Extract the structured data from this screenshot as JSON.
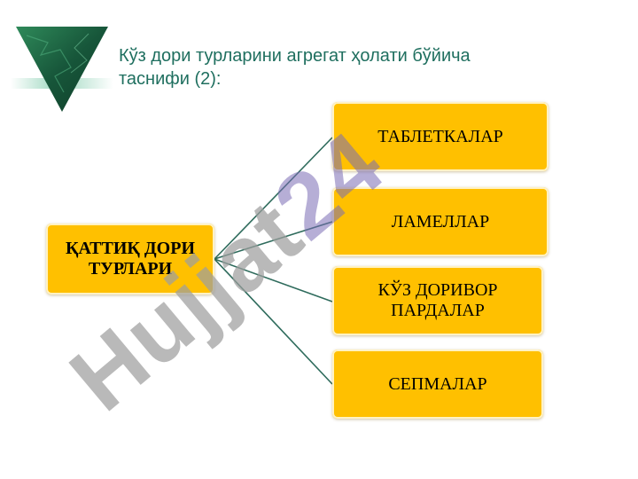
{
  "slide": {
    "title_lines": [
      "Кўз дори турларини агрегат ҳолати бўйича",
      "таснифи (2):"
    ],
    "main_node": {
      "lines": [
        "ҚАТТИҚ ДОРИ",
        "ТУРЛАРИ"
      ]
    },
    "children": [
      {
        "lines": [
          "ТАБЛЕТКАЛАР"
        ]
      },
      {
        "lines": [
          "ЛАМЕЛЛАР"
        ]
      },
      {
        "lines": [
          "КЎЗ ДОРИВОР",
          "ПАРДАЛАР"
        ]
      },
      {
        "lines": [
          "СЕПМАЛАР"
        ]
      }
    ],
    "watermark": "Hujjat 24"
  },
  "colors": {
    "box_fill": "#ffc000",
    "connector": "#2e6b5c",
    "title": "#1f6f5f",
    "logo_green": "#1f6f47",
    "watermark_gray": "#9e9e9e",
    "watermark_purple": "#7a6bb5"
  }
}
